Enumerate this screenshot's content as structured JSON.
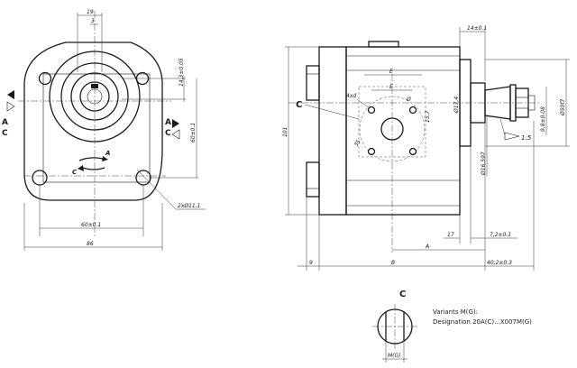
{
  "front_view": {
    "dim_top": "19",
    "dim_top_small": "3",
    "dim_side_upper": "14,3±0.05",
    "dim_side_right": "60±0.1",
    "dim_bottom_inner": "60±0.1",
    "dim_bottom_outer": "86",
    "hole_note": "2xØ11,1",
    "rotation_A": "A",
    "rotation_C": "C",
    "left_label_A": "A",
    "left_label_C": "C",
    "right_label_A": "A",
    "right_label_C": "C"
  },
  "side_view": {
    "dim_top_right": "14±0.1",
    "dim_height": "101",
    "dim_E_top": "E",
    "dim_E_inner": "E",
    "dim_port_pattern": "4xd",
    "dim_port_dia": "Ø",
    "dim_port_off": "15,7",
    "dim_35": "35",
    "dim_shaft_short": "Ø17,4",
    "dim_shaft_dia": "Ø50f7",
    "dim_thread": "9,8±0.08",
    "dim_taper": "1:5",
    "dim_shaft_base": "Ø16,597",
    "label_C": "C",
    "dim_A": "A",
    "dim_17": "17",
    "dim_7_2": "7,2±0.1",
    "dim_9": "9",
    "dim_B": "B",
    "dim_40_2": "40,2±0.3"
  },
  "detail": {
    "label": "C",
    "variants_line1": "Variants M(G):",
    "variants_line2": "Designation 20A(C)...X007M(G)",
    "dim_label": "M(G)"
  }
}
